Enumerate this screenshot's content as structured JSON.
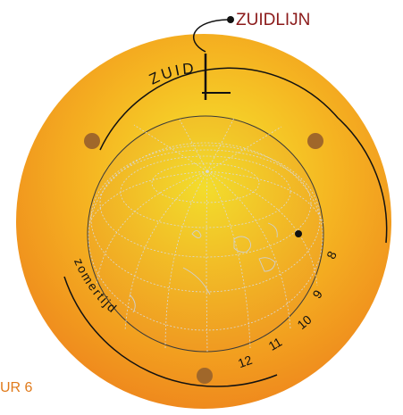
{
  "labels": {
    "zuidlijn": "ZUIDLIJN",
    "zuid": "ZUID",
    "zomertijd": "zomertijd",
    "figure": "UR 6"
  },
  "hour_marks": [
    "12",
    "11",
    "10",
    "9",
    "8"
  ],
  "colors": {
    "disc_center": "#f3e02b",
    "disc_edge": "#f08a1e",
    "zuidlijn_text": "#8b1a1a",
    "figure_text": "#e07a1a",
    "marker_dot": "#a0672a",
    "lines": "#111111",
    "globe_grid": "#c8c8c8"
  }
}
